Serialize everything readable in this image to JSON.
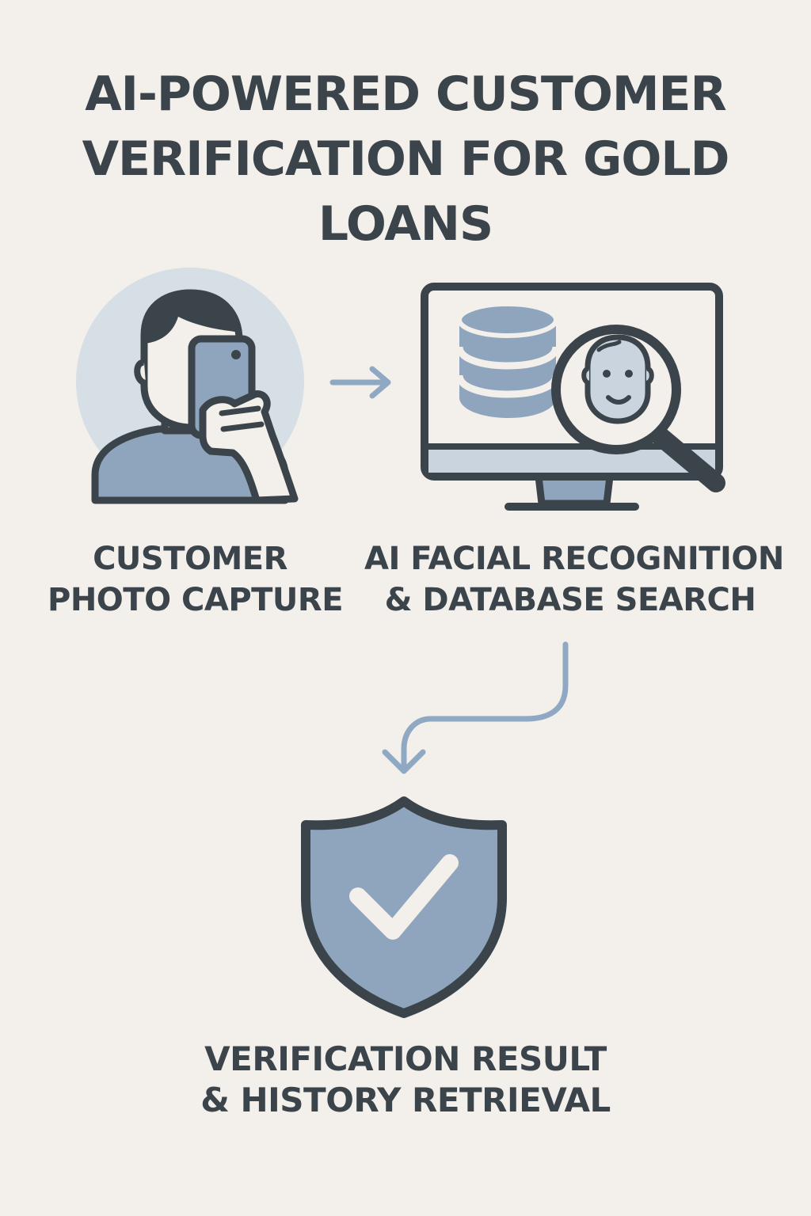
{
  "title": {
    "line1": "AI-POWERED CUSTOMER",
    "line2": "VERIFICATION FOR GOLD LOANS"
  },
  "steps": [
    {
      "icon": "person-phone-icon",
      "line1": "CUSTOMER",
      "line2": "PHOTO CAPTURE"
    },
    {
      "icon": "monitor-database-search-icon",
      "line1": "AI FACIAL RECOGNITION",
      "line2": "& DATABASE SEARCH"
    },
    {
      "icon": "shield-check-icon",
      "line1": "VERIFICATION RESULT",
      "line2": "& HISTORY RETRIEVAL"
    }
  ],
  "colors": {
    "background": "#f3efea",
    "dark": "#3b444b",
    "blue": "#8ea5bd",
    "light_blue": "#d6dee6",
    "arrow": "#8fa9c4"
  }
}
